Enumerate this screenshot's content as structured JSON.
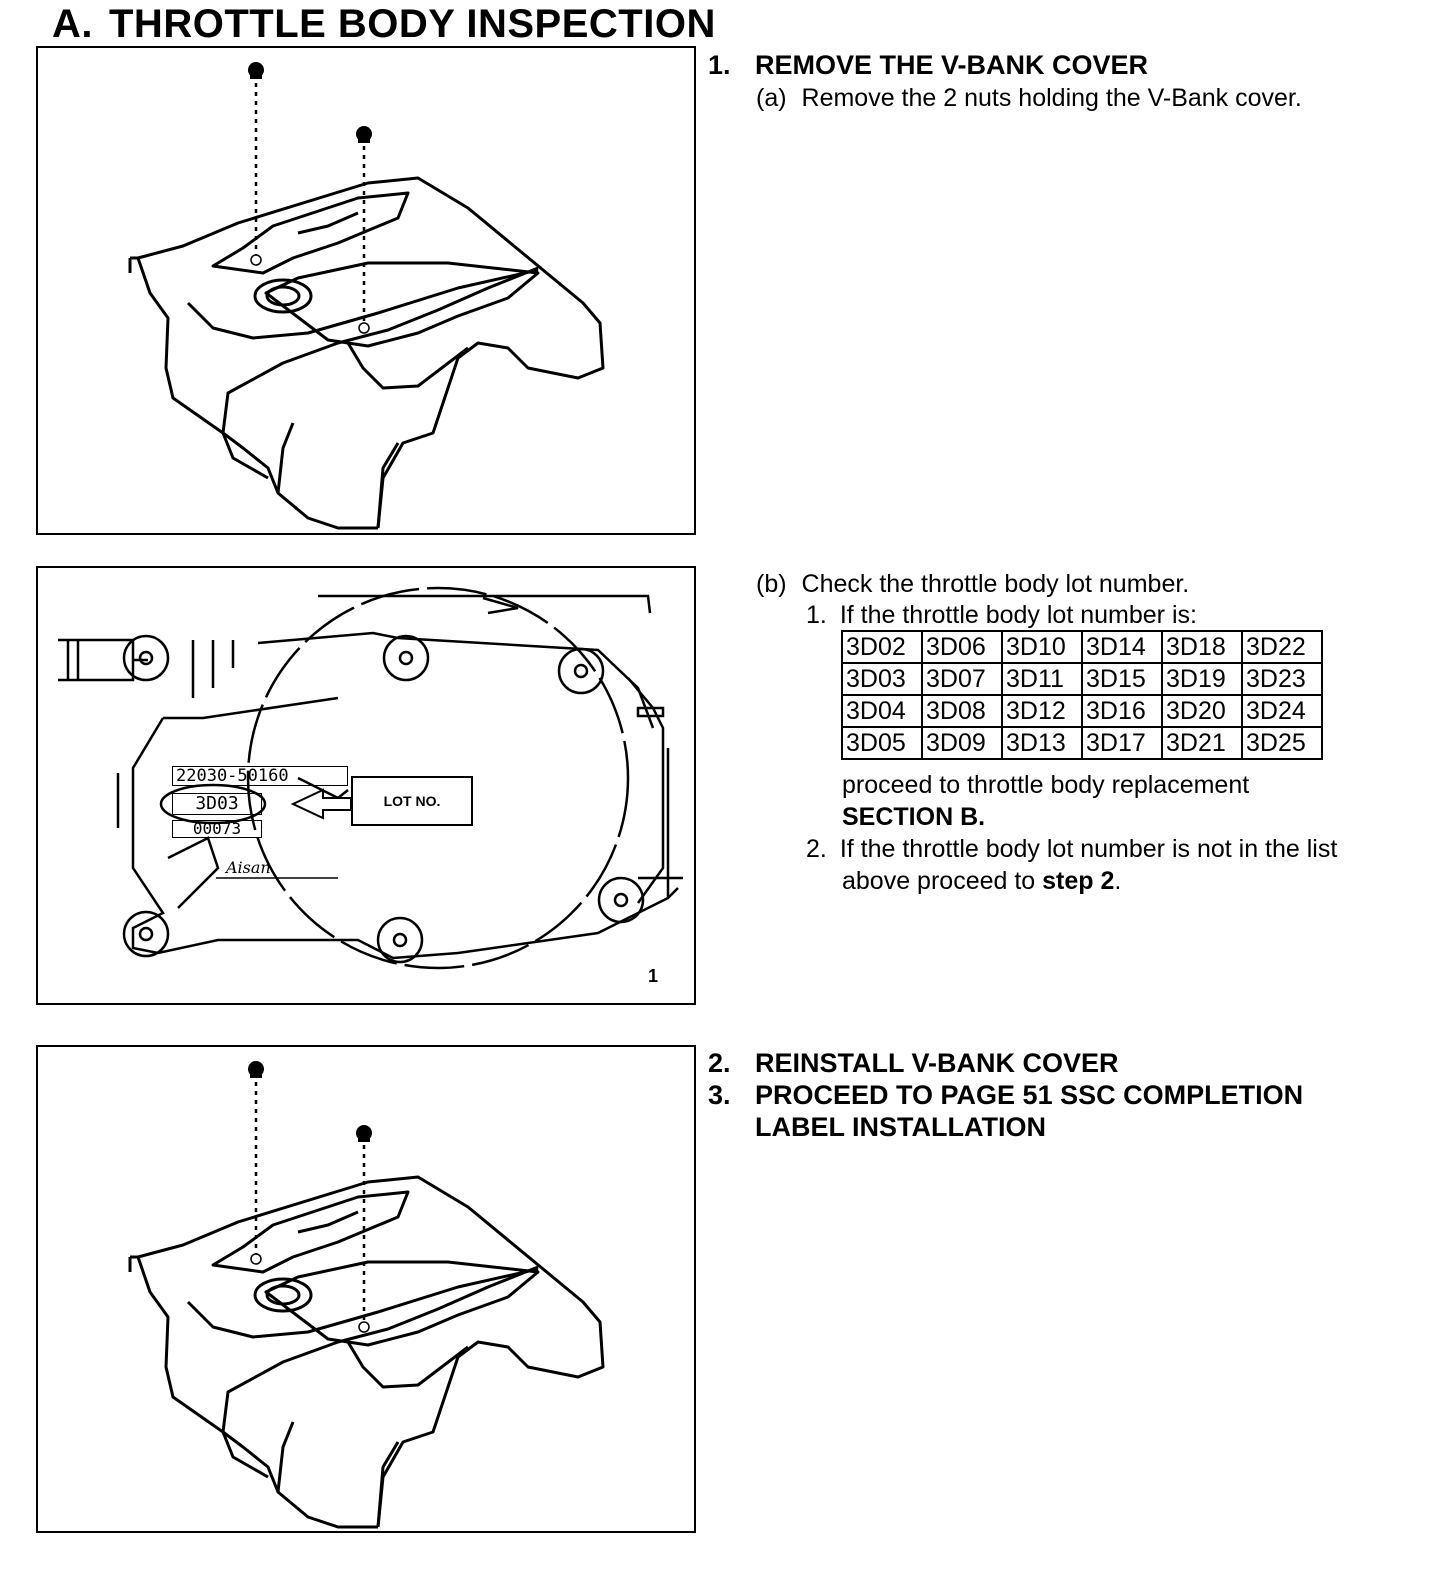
{
  "section": {
    "letter": "A.",
    "title": "THROTTLE BODY INSPECTION"
  },
  "step1": {
    "num": "1.",
    "title": "REMOVE THE V-BANK COVER",
    "sub_a_label": "(a)",
    "sub_a_text": "Remove the 2 nuts holding the V-Bank cover."
  },
  "step_b": {
    "label": "(b)",
    "text": "Check the throttle body lot number.",
    "item1_num": "1.",
    "item1_text": "If the throttle body lot number is:",
    "lot_rows": [
      [
        "3D02",
        "3D06",
        "3D10",
        "3D14",
        "3D18",
        "3D22"
      ],
      [
        "3D03",
        "3D07",
        "3D11",
        "3D15",
        "3D19",
        "3D23"
      ],
      [
        "3D04",
        "3D08",
        "3D12",
        "3D16",
        "3D20",
        "3D24"
      ],
      [
        "3D05",
        "3D09",
        "3D13",
        "3D17",
        "3D21",
        "3D25"
      ]
    ],
    "proceed_text": "proceed to throttle body replacement",
    "section_b": "SECTION B.",
    "item2_num": "2.",
    "item2_line1": "If the throttle body lot number is not in the list",
    "item2_line2_pre": "above proceed to ",
    "item2_line2_bold": "step 2",
    "item2_line2_post": "."
  },
  "figure2": {
    "part_number": "22030-50160",
    "lot_number": "3D03",
    "serial": "00073",
    "callout": "LOT NO.",
    "brand_script": "Aisan",
    "figure_num": "1"
  },
  "step2": {
    "num": "2.",
    "title": "REINSTALL V-BANK COVER"
  },
  "step3": {
    "num": "3.",
    "title_line1": "PROCEED TO PAGE 51 SSC COMPLETION",
    "title_line2": "LABEL INSTALLATION"
  }
}
